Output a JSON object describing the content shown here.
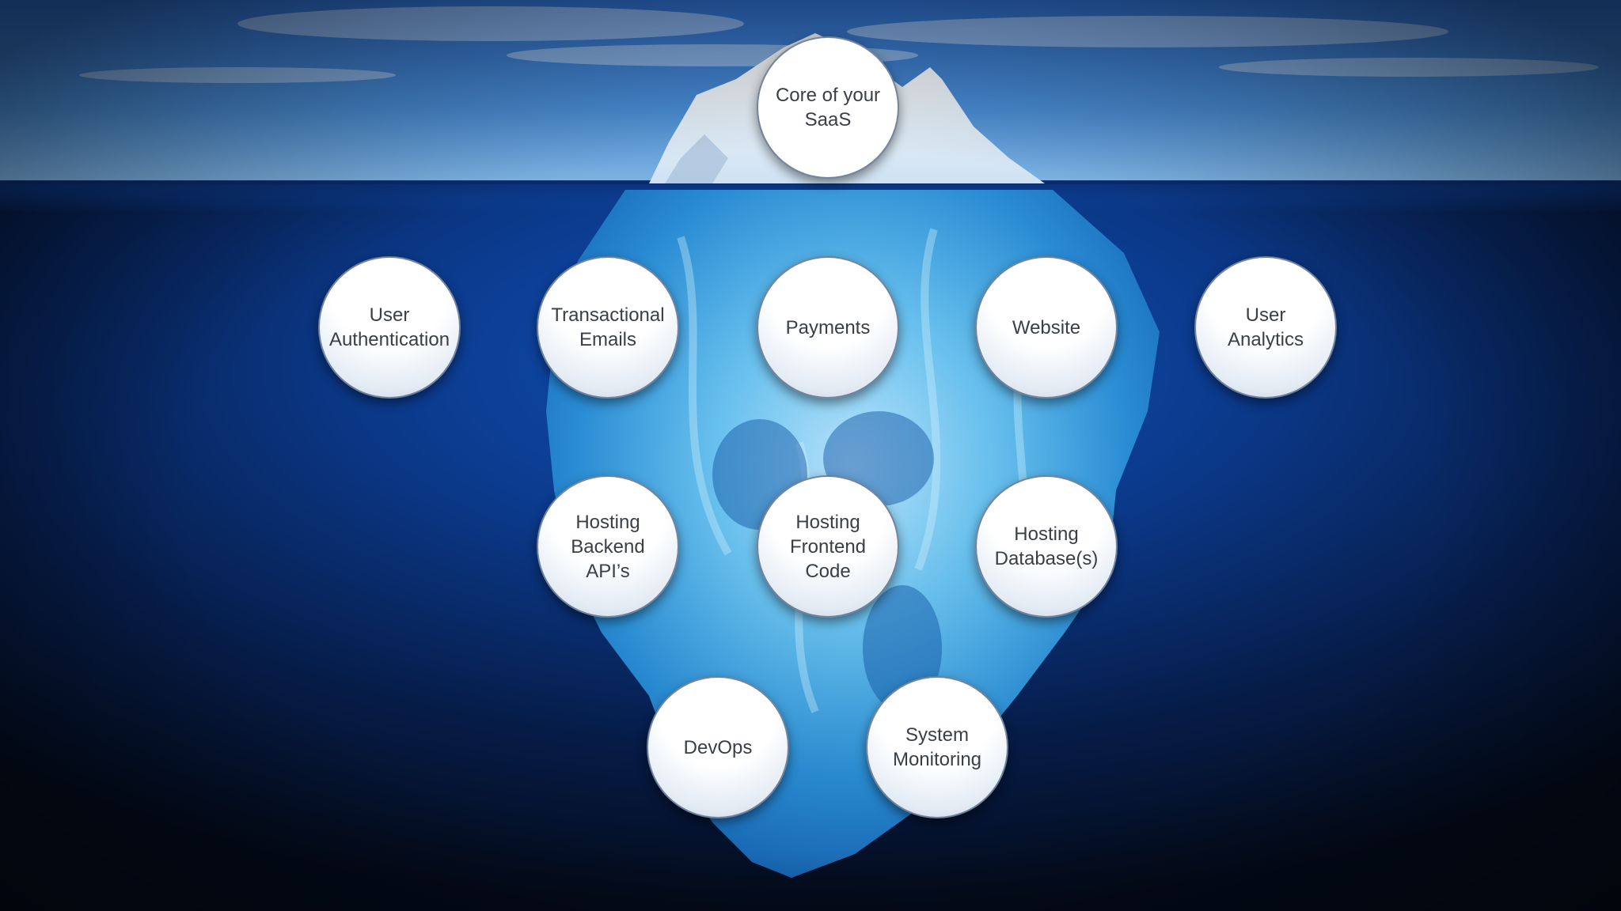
{
  "diagram": {
    "nodes": [
      {
        "id": "core",
        "label": "Core of your\nSaaS"
      },
      {
        "id": "user-authentication",
        "label": "User\nAuthentication"
      },
      {
        "id": "transactional-emails",
        "label": "Transactional\nEmails"
      },
      {
        "id": "payments",
        "label": "Payments"
      },
      {
        "id": "website",
        "label": "Website"
      },
      {
        "id": "user-analytics",
        "label": "User\nAnalytics"
      },
      {
        "id": "hosting-backend",
        "label": "Hosting\nBackend\nAPI’s"
      },
      {
        "id": "hosting-frontend",
        "label": "Hosting\nFrontend\nCode"
      },
      {
        "id": "hosting-databases",
        "label": "Hosting\nDatabase(s)"
      },
      {
        "id": "devops",
        "label": "DevOps"
      },
      {
        "id": "system-monitoring",
        "label": "System\nMonitoring"
      }
    ]
  },
  "colors": {
    "sky_top": "#2f6fc2",
    "sky_bottom": "#6fa7dd",
    "water_surface": "#0b3d8e",
    "deep_water": "#040c1c",
    "ice_light": "#bfeaff",
    "ice_mid": "#3fa6e0",
    "bubble_fill": "#ffffff",
    "bubble_text": "#3a3f47"
  }
}
